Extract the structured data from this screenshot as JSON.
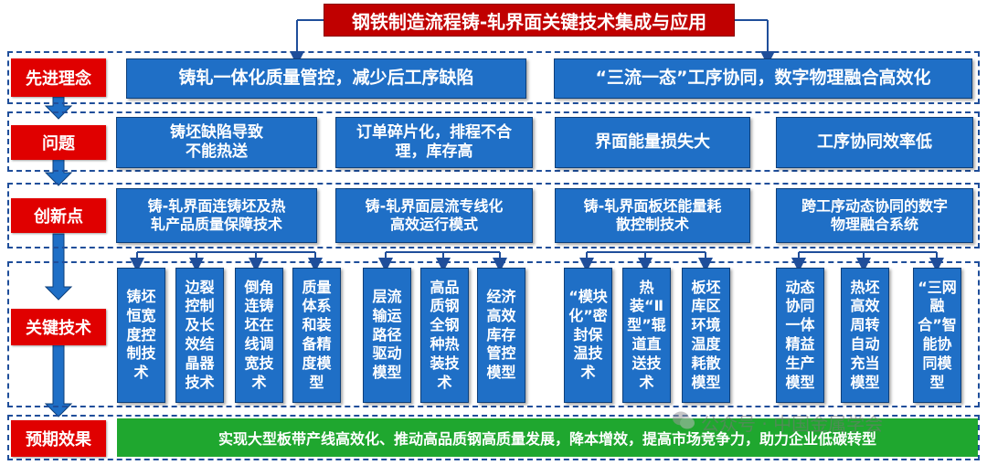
{
  "title": "钢铁制造流程铸-轧界面关键技术集成与应用",
  "rows": {
    "concept": {
      "label": "先进理念",
      "boxes": [
        "铸轧一体化质量管控，减少后工序缺陷",
        "“三流一态”工序协同，数字物理融合高效化"
      ]
    },
    "problem": {
      "label": "问题",
      "boxes": [
        "铸坯缺陷导致\n不能热送",
        "订单碎片化，排程不合\n理，库存高",
        "界面能量损失大",
        "工序协同效率低"
      ]
    },
    "innovation": {
      "label": "创新点",
      "boxes": [
        "铸-轧界面连铸坯及热\n轧产品质量保障技术",
        "铸-轧界面层流专线化\n高效运行模式",
        "铸-轧界面板坯能量耗\n散控制技术",
        "跨工序动态协同的数字\n物理融合系统"
      ]
    },
    "tech": {
      "label": "关键技术",
      "boxes": [
        "铸坯恒宽度控制技术",
        "边裂控制及长效结晶器技术",
        "倒角连铸坯在线调宽技术",
        "质量体系和装备精度模型",
        "层流输运路径驱动模型",
        "高品质钢全钢种热装技术",
        "经济高效库存管控模型",
        "“模块化”密封保温技术",
        "热装“Ⅱ型”辊道直送技术",
        "板坯库区环境温度耗散模型",
        "动态协同一体精益生产模型",
        "热坯高效周转自动充当模型",
        "“三网融合”智能协同模型"
      ]
    },
    "effect": {
      "label": "预期效果",
      "text": "实现大型板带产线高效化、推动高品质钢高质量发展，降本增效，提高市场竞争力，助力企业低碳转型"
    }
  },
  "watermark": "公众号 · 中国金属学会",
  "colors": {
    "title_bg": "#c00000",
    "label_bg": "#e00000",
    "box_bg": "#1f6fc6",
    "effect_bg": "#1fa72f",
    "dash": "#1f4e9a"
  }
}
